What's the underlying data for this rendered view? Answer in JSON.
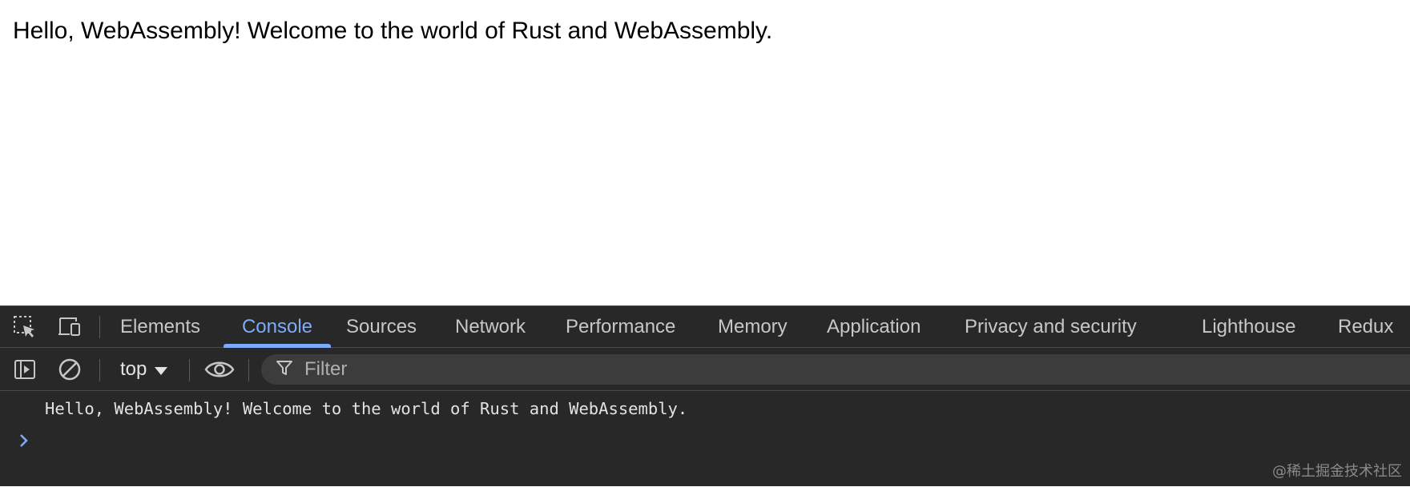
{
  "page": {
    "text": "Hello, WebAssembly! Welcome to the world of Rust and WebAssembly."
  },
  "devtools": {
    "toolbar_icons": [
      "inspect-element-icon",
      "device-toolbar-icon"
    ],
    "tabs": [
      {
        "label": "Elements",
        "active": false
      },
      {
        "label": "Console",
        "active": true
      },
      {
        "label": "Sources",
        "active": false
      },
      {
        "label": "Network",
        "active": false
      },
      {
        "label": "Performance",
        "active": false
      },
      {
        "label": "Memory",
        "active": false
      },
      {
        "label": "Application",
        "active": false
      },
      {
        "label": "Privacy and security",
        "active": false
      },
      {
        "label": "Lighthouse",
        "active": false
      },
      {
        "label": "Redux",
        "active": false
      }
    ],
    "console_toolbar": {
      "icons": [
        "show-sidebar-icon",
        "clear-console-icon",
        "live-expression-eye-icon",
        "filter-icon"
      ],
      "context": "top",
      "filter_placeholder": "Filter"
    },
    "console": {
      "messages": [
        "Hello, WebAssembly! Welcome to the world of Rust and WebAssembly."
      ],
      "prompt_icon": "chevron-right-icon"
    },
    "colors": {
      "background": "#282828",
      "accent": "#7cacf8",
      "text": "#e3e3e3"
    }
  },
  "watermark": "@稀土掘金技术社区"
}
